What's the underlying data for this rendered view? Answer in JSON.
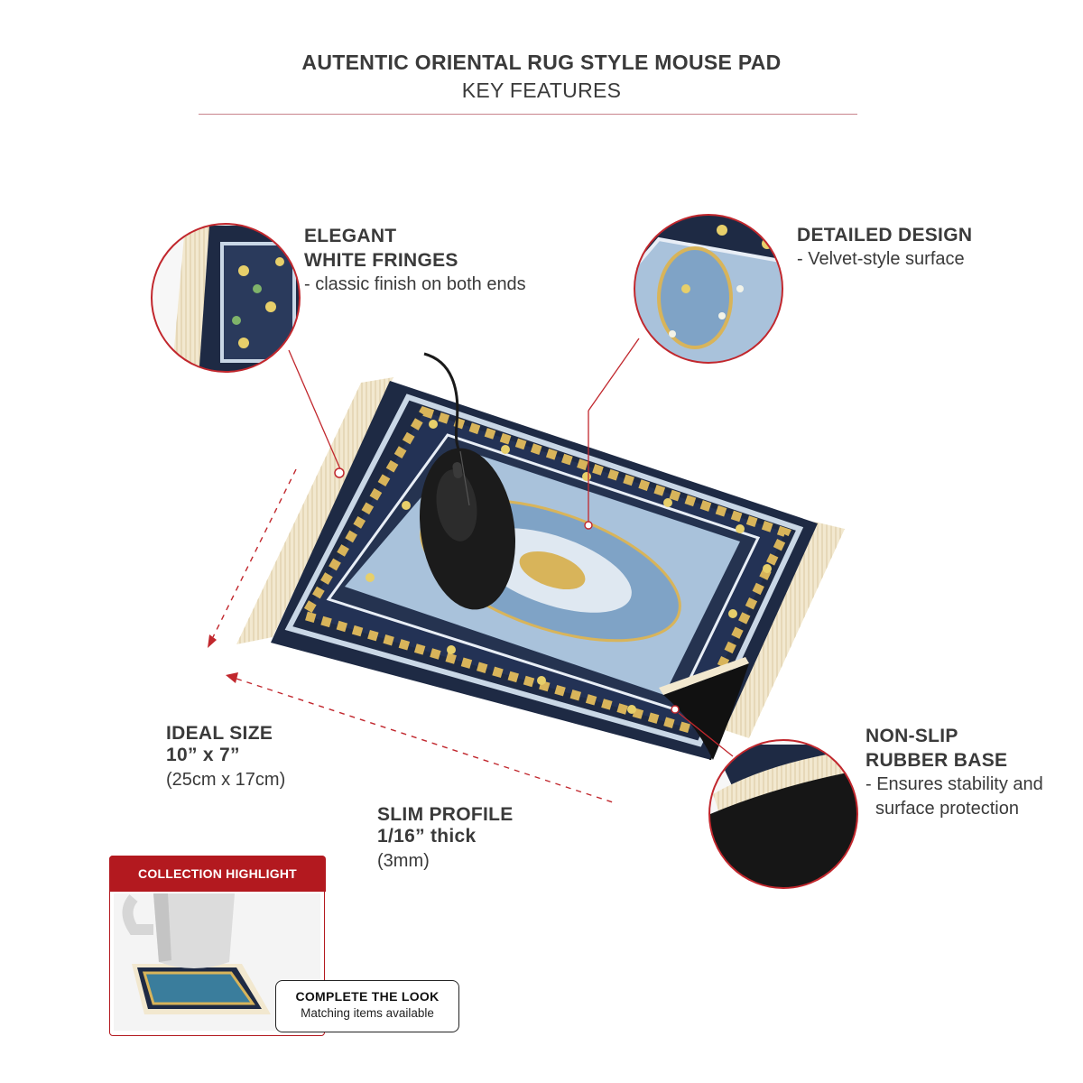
{
  "header": {
    "title": "AUTENTIC ORIENTAL RUG STYLE MOUSE PAD",
    "subtitle": "KEY FEATURES"
  },
  "features": {
    "fringes": {
      "title_line1": "ELEGANT",
      "title_line2": "WHITE FRINGES",
      "desc": "- classic finish on both ends"
    },
    "design": {
      "title": "DETAILED DESIGN",
      "desc": "- Velvet-style surface"
    },
    "size": {
      "title": "IDEAL SIZE",
      "dims": "10” x 7”",
      "metric": "(25cm x 17cm)"
    },
    "profile": {
      "title": "SLIM PROFILE",
      "dims": "1/16” thick",
      "metric": "(3mm)"
    },
    "base": {
      "title_line1": "NON-SLIP",
      "title_line2": "RUBBER BASE",
      "desc_line1": "- Ensures stability and",
      "desc_line2": "surface protection"
    }
  },
  "collection": {
    "badge": "COLLECTION HIGHLIGHT",
    "cta_title": "COMPLETE THE LOOK",
    "cta_sub": "Matching items available"
  },
  "colors": {
    "accent": "#b3191f",
    "rug_navy": "#1e2a44",
    "rug_blue": "#8fb0cf",
    "rug_gold": "#d8b45a",
    "fringe": "#efe4c8"
  }
}
